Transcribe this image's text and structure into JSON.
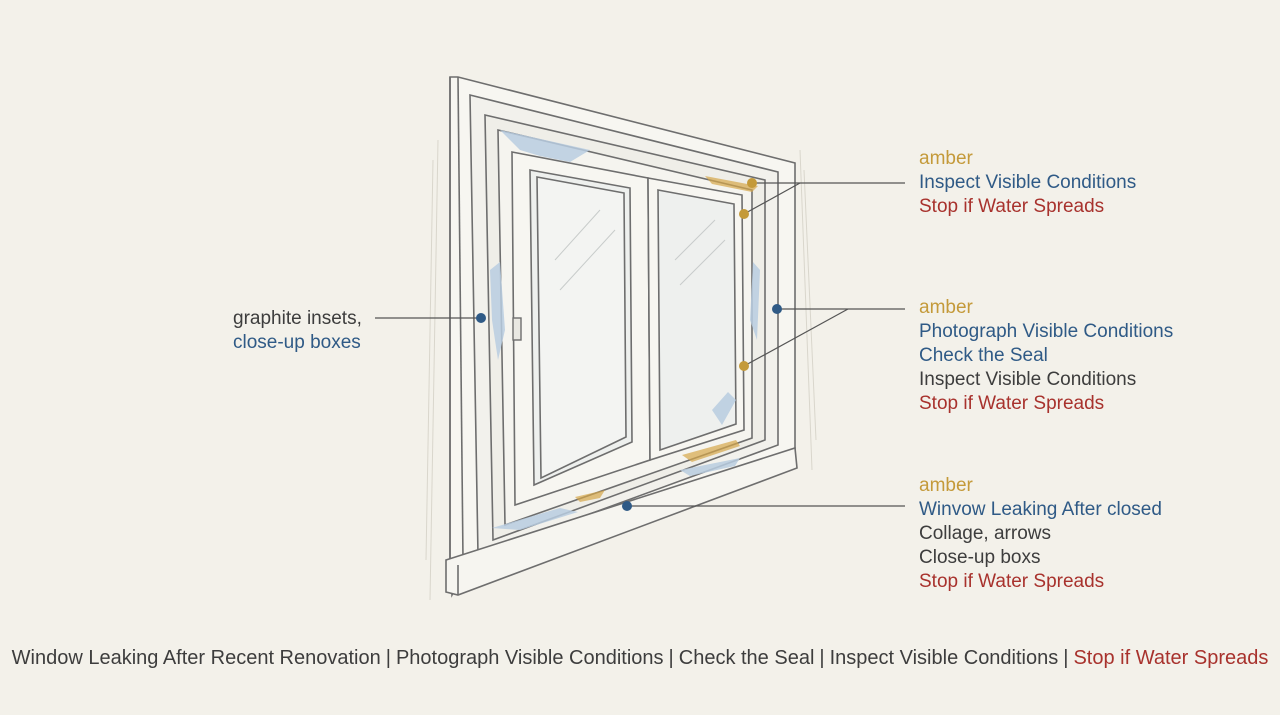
{
  "colors": {
    "background": "#f3f1ea",
    "amber": "#c49a3a",
    "blue": "#2f5a86",
    "red": "#a8322d",
    "text": "#3d3d3d",
    "water": "#b9cde0"
  },
  "left_callout": {
    "line1": "graphite insets,",
    "line2": "close-up boxes"
  },
  "callouts": [
    {
      "tag": "amber",
      "lines": [
        {
          "text": "Inspect Visible Conditions",
          "tone": "blue"
        },
        {
          "text": "Stop if Water Spreads",
          "tone": "red"
        }
      ]
    },
    {
      "tag": "amber",
      "lines": [
        {
          "text": "Photograph Visible Conditions",
          "tone": "blue"
        },
        {
          "text": "Check the Seal",
          "tone": "blue"
        },
        {
          "text": "Inspect Visible Conditions",
          "tone": "dark"
        },
        {
          "text": "Stop if Water Spreads",
          "tone": "red"
        }
      ]
    },
    {
      "tag": "amber",
      "lines": [
        {
          "text": "Winvow Leaking After closed",
          "tone": "blue"
        },
        {
          "text": "Collage, arrows",
          "tone": "dark"
        },
        {
          "text": "Close-up boxs",
          "tone": "dark"
        },
        {
          "text": "Stop if Water Spreads",
          "tone": "red"
        }
      ]
    }
  ],
  "bottom_bar": {
    "items": [
      {
        "text": "Window Leaking After Recent Renovation",
        "tone": "dark"
      },
      {
        "text": "Photograph Visible Conditions",
        "tone": "dark"
      },
      {
        "text": "Check the Seal",
        "tone": "dark"
      },
      {
        "text": "Inspect Visible Conditions",
        "tone": "dark"
      },
      {
        "text": "Stop if Water Spreads",
        "tone": "red"
      }
    ],
    "separator": "|"
  }
}
